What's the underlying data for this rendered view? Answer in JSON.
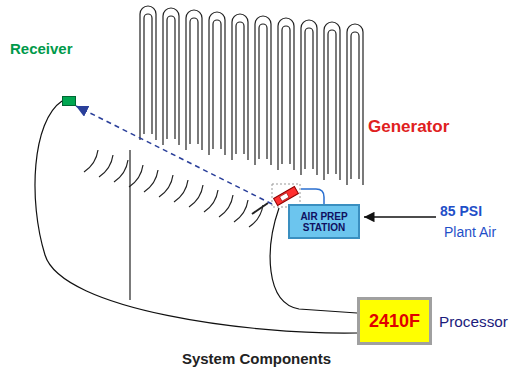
{
  "diagram": {
    "caption": "System Components",
    "nodes": [
      {
        "text": [
          "Receiver"
        ]
      },
      {
        "text": [
          "Generator"
        ]
      },
      {
        "text": [
          "AIR PREP STATION"
        ]
      },
      {
        "text": [
          "2410F",
          "Processor"
        ]
      }
    ],
    "edges": [
      {
        "from": 1,
        "to": 0,
        "arrow": "to"
      },
      {
        "from": 1,
        "to": 2,
        "arrow": "none"
      },
      {
        "from": 1,
        "to": 3,
        "arrow": "none"
      },
      {
        "from": 0,
        "to": 3,
        "arrow": "none"
      }
    ],
    "labels": [
      "85 PSI",
      "Plant Air"
    ]
  }
}
